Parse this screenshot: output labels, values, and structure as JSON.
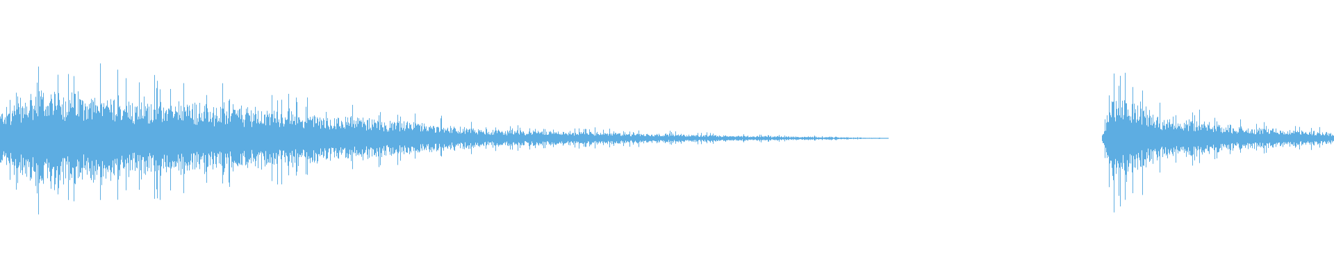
{
  "waveform": {
    "color": "#5dade2",
    "clips": [
      {
        "segments": [
          {
            "from": 0.0,
            "to": 0.03,
            "amp_start": 0.55,
            "amp_end": 0.98
          },
          {
            "from": 0.03,
            "to": 0.22,
            "amp_start": 0.98,
            "amp_end": 0.55
          },
          {
            "from": 0.22,
            "to": 0.36,
            "amp_start": 0.55,
            "amp_end": 0.18
          },
          {
            "from": 0.36,
            "to": 0.55,
            "amp_start": 0.18,
            "amp_end": 0.06
          },
          {
            "from": 0.55,
            "to": 0.666,
            "amp_start": 0.06,
            "amp_end": 0.005
          }
        ]
      },
      {
        "segments": [
          {
            "from": 0.826,
            "to": 0.835,
            "amp_start": 0.1,
            "amp_end": 0.98
          },
          {
            "from": 0.835,
            "to": 0.87,
            "amp_start": 0.98,
            "amp_end": 0.45
          },
          {
            "from": 0.87,
            "to": 0.93,
            "amp_start": 0.45,
            "amp_end": 0.22
          },
          {
            "from": 0.93,
            "to": 1.0,
            "amp_start": 0.22,
            "amp_end": 0.12
          }
        ]
      }
    ]
  }
}
